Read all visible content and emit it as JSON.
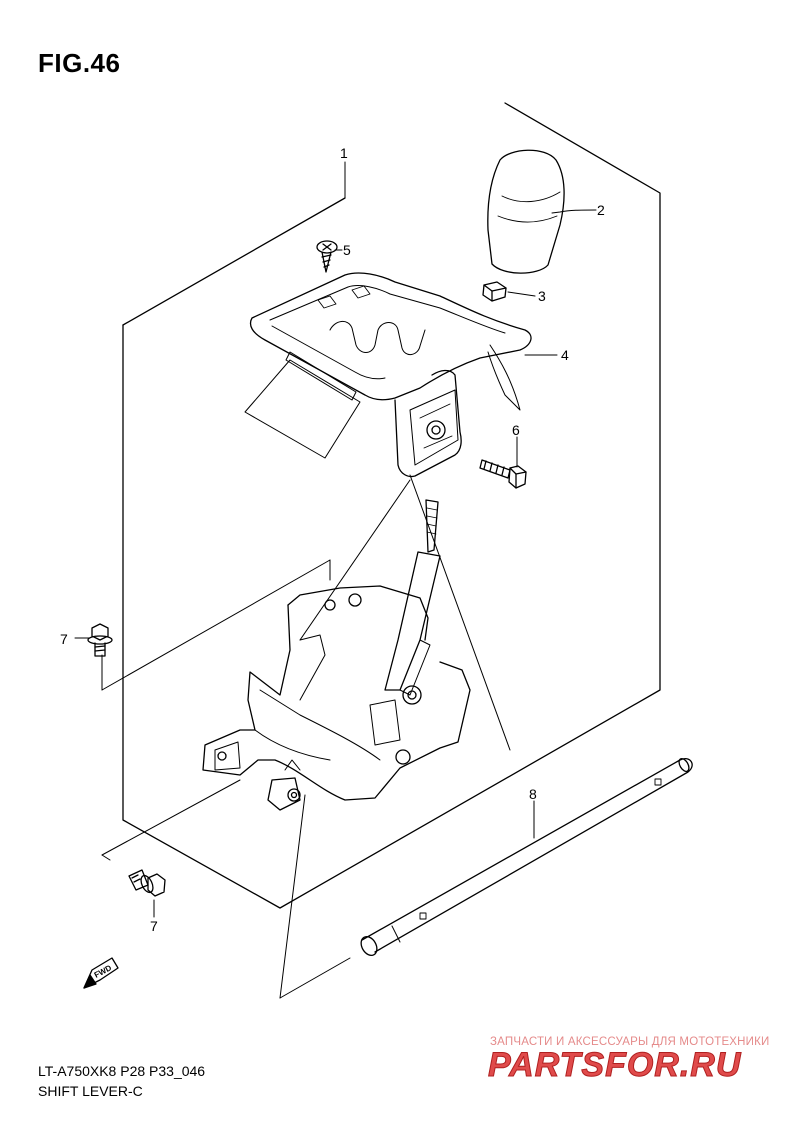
{
  "figure": {
    "title": "FIG.46"
  },
  "callouts": [
    {
      "id": "1",
      "label": "1"
    },
    {
      "id": "2",
      "label": "2"
    },
    {
      "id": "3",
      "label": "3"
    },
    {
      "id": "4",
      "label": "4"
    },
    {
      "id": "5",
      "label": "5"
    },
    {
      "id": "6",
      "label": "6"
    },
    {
      "id": "7a",
      "label": "7"
    },
    {
      "id": "7b",
      "label": "7"
    },
    {
      "id": "8",
      "label": "8"
    }
  ],
  "direction_marker": {
    "label": "FWD",
    "icon": "fwd-arrow-icon"
  },
  "footer": {
    "model_code": "LT-A750XK8 P28 P33_046",
    "part_group": "SHIFT LEVER-C"
  },
  "watermark": {
    "tagline": "ЗАПЧАСТИ И АКСЕССУАРЫ ДЛЯ МОТОТЕХНИКИ",
    "brand": "PARTSFOR.RU"
  },
  "colors": {
    "line": "#000000",
    "background": "#ffffff",
    "watermark": "#e04b4b"
  }
}
